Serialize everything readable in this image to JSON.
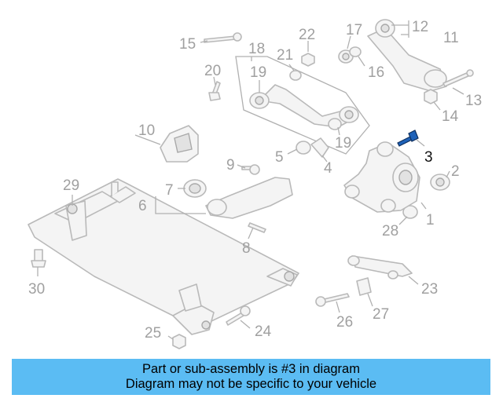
{
  "callouts": [
    "1",
    "2",
    "3",
    "4",
    "5",
    "6",
    "7",
    "8",
    "9",
    "10",
    "11",
    "12",
    "13",
    "14",
    "15",
    "16",
    "17",
    "18",
    "19",
    "19",
    "20",
    "21",
    "22",
    "23",
    "24",
    "25",
    "26",
    "27",
    "28",
    "29",
    "30"
  ],
  "highlighted_part": "3",
  "colors": {
    "banner": "#5bbcf3",
    "highlight": "#1f62b8",
    "callout": "#a0a0a0",
    "callout_highlight": "#111111"
  },
  "banner": {
    "line1": "Part or sub-assembly is #3 in diagram",
    "line2": "Diagram may not be specific to your vehicle"
  }
}
